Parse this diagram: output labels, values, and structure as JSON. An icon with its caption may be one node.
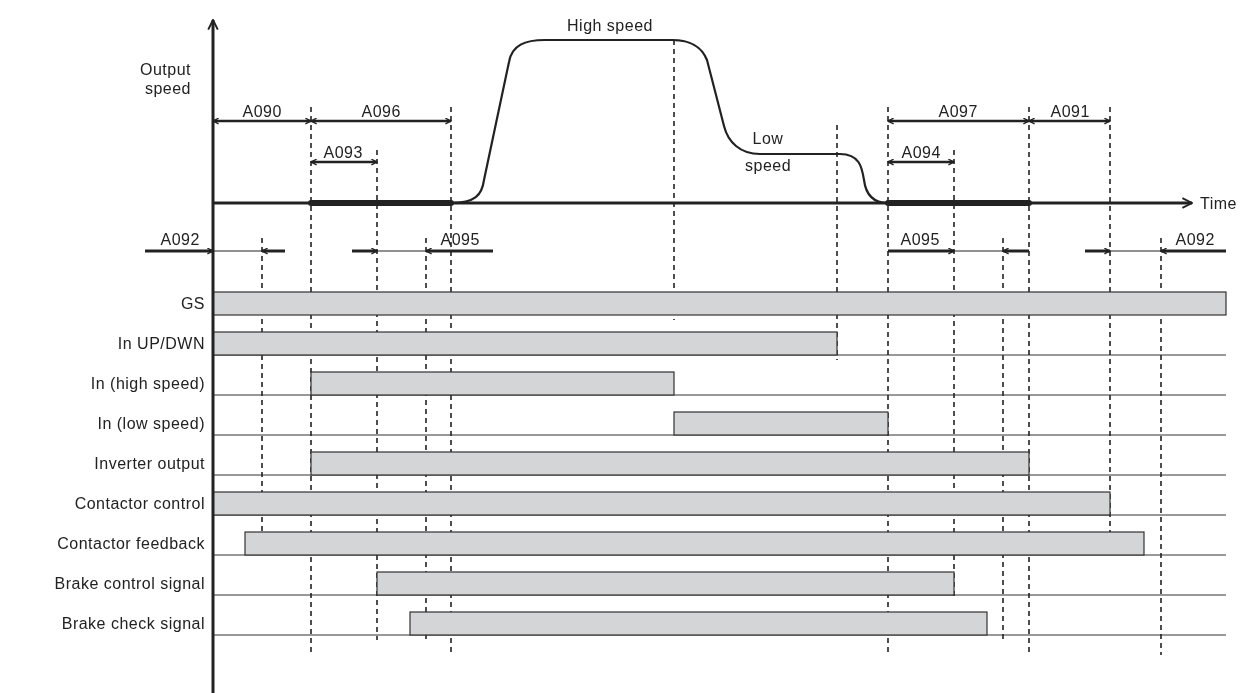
{
  "diagram": {
    "labels": [
      "Output speed",
      "High speed",
      "A090",
      "A096",
      "A097",
      "A091",
      "A093",
      "Low speed",
      "A094",
      "Time",
      "A092",
      "A095",
      "A095",
      "A092",
      "GS",
      "In UP/DWN",
      "In (high speed)",
      "In (low speed)",
      "Inverter output",
      "Contactor control",
      "Contactor feedback",
      "Brake control signal",
      "Brake check signal"
    ]
  }
}
